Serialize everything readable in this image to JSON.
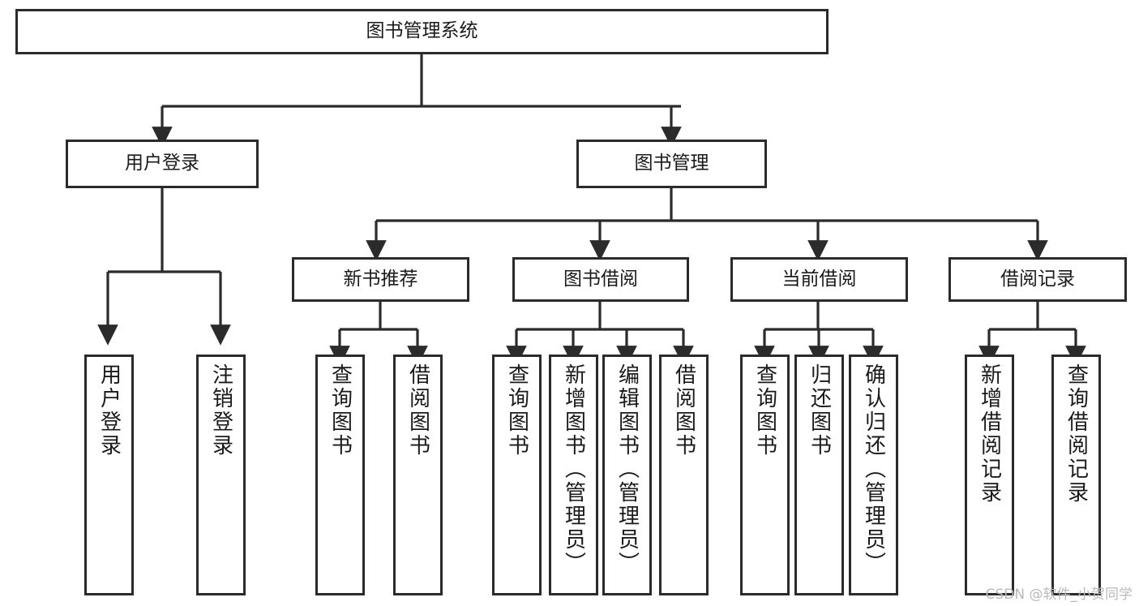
{
  "diagram": {
    "title_node": {
      "id": "root",
      "label": "图书管理系统"
    },
    "level2": [
      {
        "id": "user-login",
        "label": "用户登录"
      },
      {
        "id": "book-manage",
        "label": "图书管理"
      }
    ],
    "level3": [
      {
        "id": "new-book-recommend",
        "label": "新书推荐"
      },
      {
        "id": "book-borrow",
        "label": "图书借阅"
      },
      {
        "id": "current-borrow",
        "label": "当前借阅"
      },
      {
        "id": "borrow-record",
        "label": "借阅记录"
      }
    ],
    "leaves": [
      {
        "id": "leaf-user-login",
        "label": "用户登录",
        "parent": "user-login"
      },
      {
        "id": "leaf-logout-login",
        "label": "注销登录",
        "parent": "user-login"
      },
      {
        "id": "leaf-query-book-1",
        "label": "查询图书",
        "parent": "new-book-recommend"
      },
      {
        "id": "leaf-borrow-book-1",
        "label": "借阅图书",
        "parent": "new-book-recommend"
      },
      {
        "id": "leaf-query-book-2",
        "label": "查询图书",
        "parent": "book-borrow"
      },
      {
        "id": "leaf-add-book",
        "label": "新增图书（管理员）",
        "parent": "book-borrow"
      },
      {
        "id": "leaf-edit-book",
        "label": "编辑图书（管理员）",
        "parent": "book-borrow"
      },
      {
        "id": "leaf-borrow-book-2",
        "label": "借阅图书",
        "parent": "book-borrow"
      },
      {
        "id": "leaf-query-book-3",
        "label": "查询图书",
        "parent": "current-borrow"
      },
      {
        "id": "leaf-return-book",
        "label": "归还图书",
        "parent": "current-borrow"
      },
      {
        "id": "leaf-confirm-return",
        "label": "确认归还（管理员）",
        "parent": "current-borrow"
      },
      {
        "id": "leaf-add-record",
        "label": "新增借阅记录",
        "parent": "borrow-record"
      },
      {
        "id": "leaf-query-record",
        "label": "查询借阅记录",
        "parent": "borrow-record"
      }
    ]
  },
  "watermark": {
    "text": "CSDN @软件_小贺同学"
  },
  "colors": {
    "stroke": "#2b2b2b",
    "background": "#ffffff",
    "text": "#1a1a1a",
    "watermark": "#b9b9b9"
  }
}
